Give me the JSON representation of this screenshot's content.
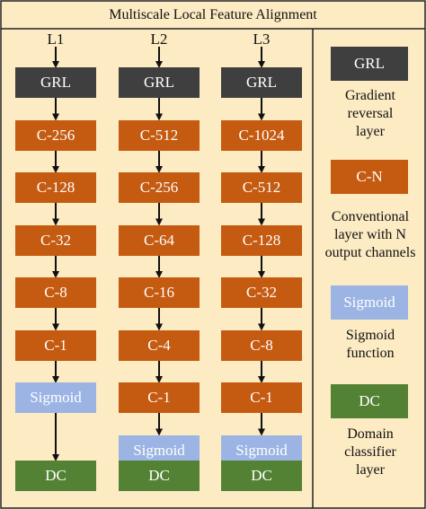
{
  "title": "Multiscale Local Feature Alignment",
  "columns": [
    {
      "label": "L1",
      "grl": "GRL",
      "convs": [
        "C-256",
        "C-128",
        "C-32",
        "C-8",
        "C-1"
      ],
      "sigmoid": "Sigmoid",
      "dc": "DC"
    },
    {
      "label": "L2",
      "grl": "GRL",
      "convs": [
        "C-512",
        "C-256",
        "C-64",
        "C-16",
        "C-4",
        "C-1"
      ],
      "sigmoid": "Sigmoid",
      "dc": "DC"
    },
    {
      "label": "L3",
      "grl": "GRL",
      "convs": [
        "C-1024",
        "C-512",
        "C-128",
        "C-32",
        "C-8",
        "C-1"
      ],
      "sigmoid": "Sigmoid",
      "dc": "DC"
    }
  ],
  "legend": {
    "grl": {
      "box": "GRL",
      "lines": [
        "Gradient",
        "reversal",
        "layer"
      ]
    },
    "conv": {
      "box": "C-N",
      "lines": [
        "Conventional",
        "layer with N",
        "output channels"
      ]
    },
    "sigmoid": {
      "box": "Sigmoid",
      "lines": [
        "Sigmoid",
        "function"
      ]
    },
    "dc": {
      "box": "DC",
      "lines": [
        "Domain",
        "classifier",
        "layer"
      ]
    }
  },
  "colors": {
    "background": "#fcebc3",
    "grl": "#3f3f3f",
    "conv": "#c55a11",
    "sigmoid": "#9bb4e3",
    "dc": "#548235"
  }
}
